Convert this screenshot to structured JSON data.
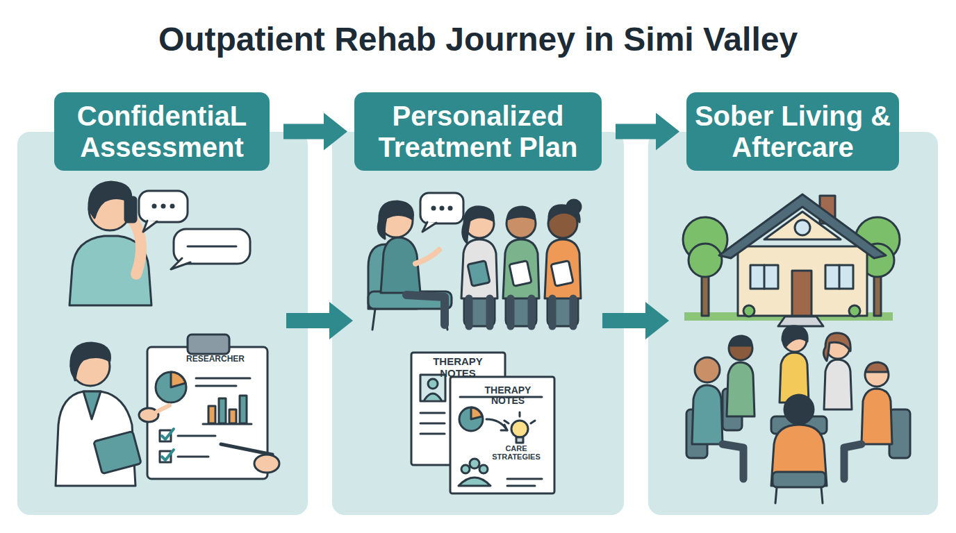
{
  "diagram": {
    "title": "Outpatient Rehab Journey in Simi Valley",
    "nodes": [
      {
        "text": [
          "ConfidentiaL Assessment"
        ]
      },
      {
        "text": [
          "Personalized Treatment Plan"
        ]
      },
      {
        "text": [
          "Sober Living & Aftercare"
        ]
      }
    ],
    "edges": [
      {
        "from": 0,
        "to": 1,
        "arrow": "to"
      },
      {
        "from": 0,
        "to": 1,
        "arrow": "to"
      },
      {
        "from": 1,
        "to": 2,
        "arrow": "to"
      },
      {
        "from": 1,
        "to": 2,
        "arrow": "to"
      }
    ],
    "labels": [
      "RESEARCHER",
      "THERAPY NOTES",
      "THERAPY NOTES",
      "CARE STRATEGIES"
    ]
  }
}
